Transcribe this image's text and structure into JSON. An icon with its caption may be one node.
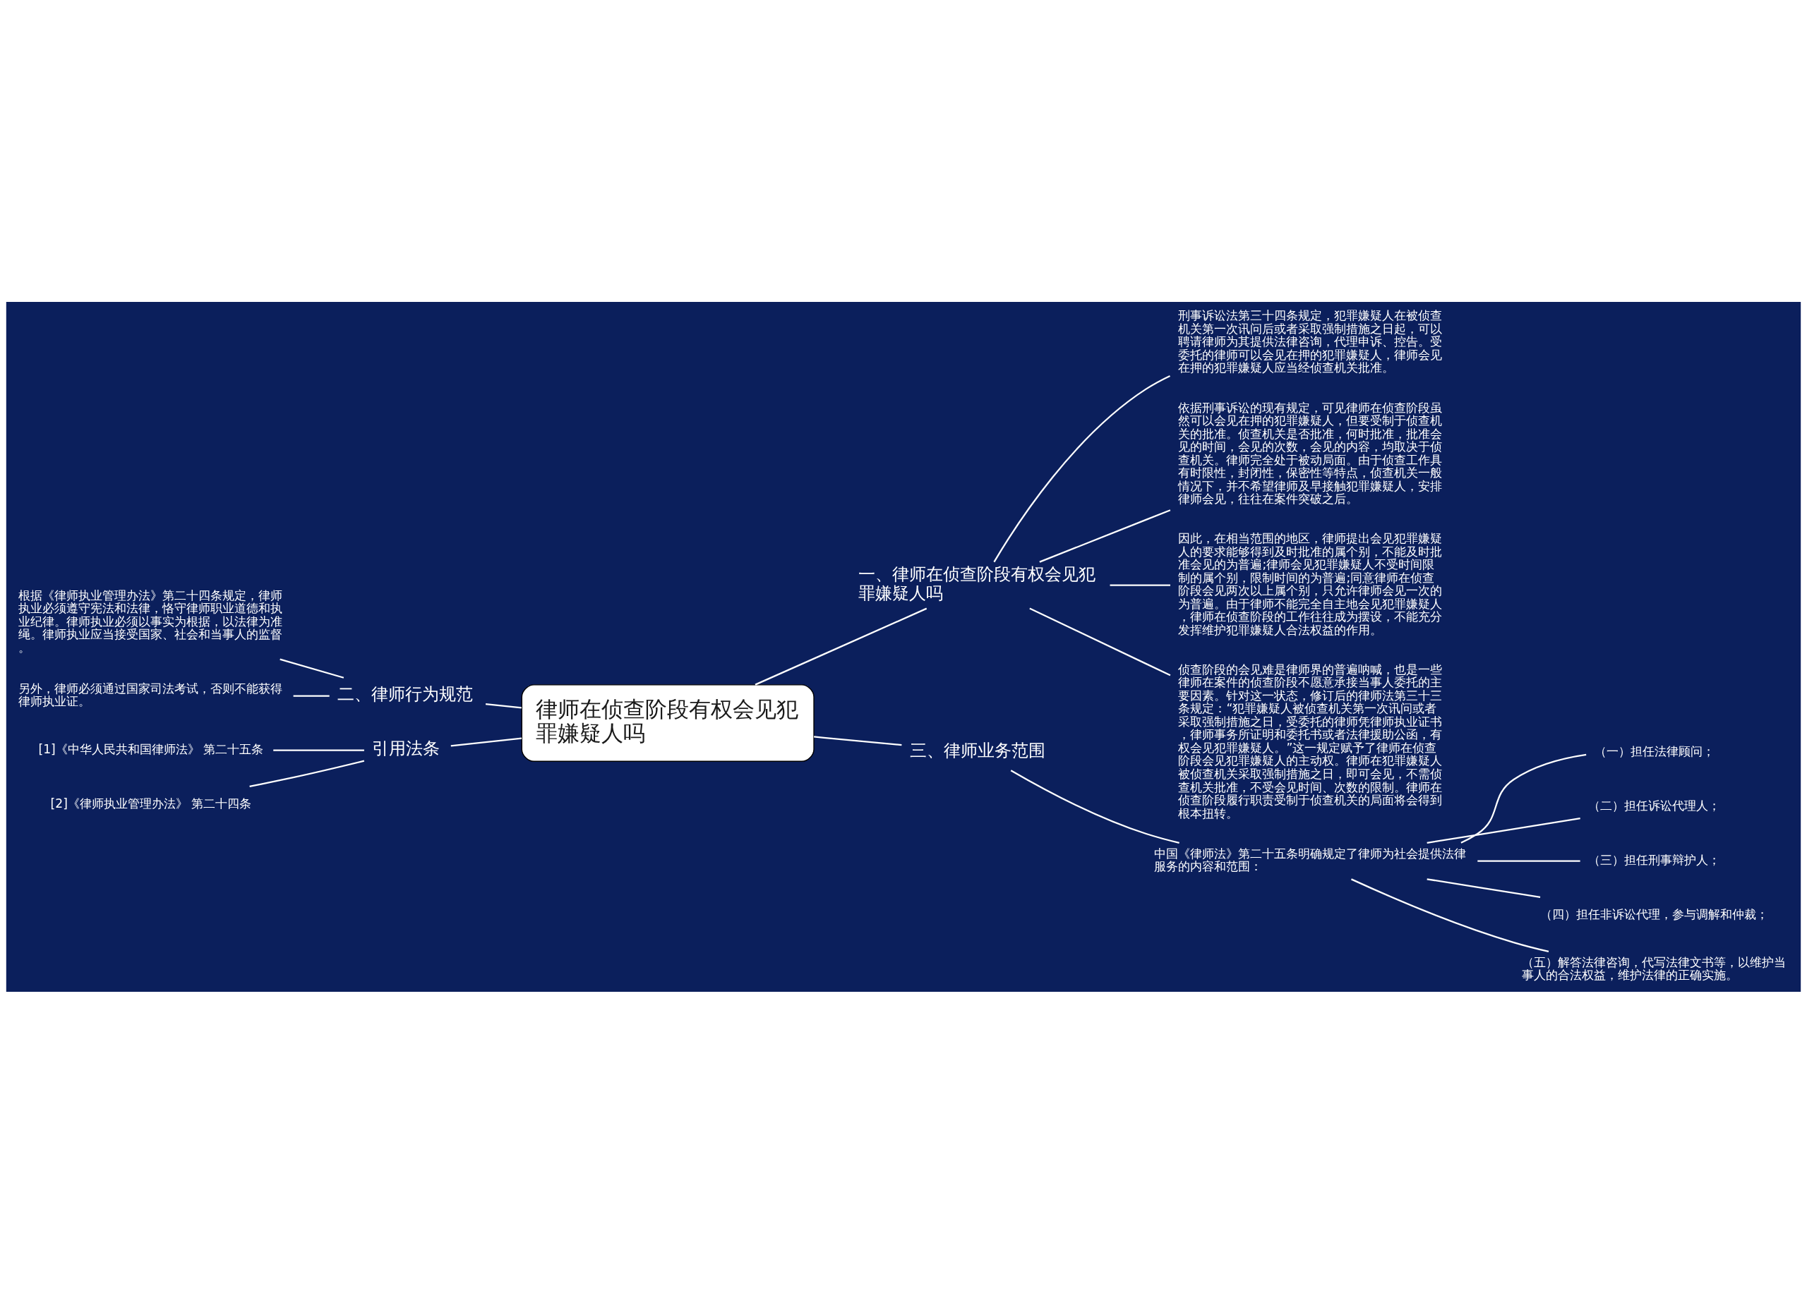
{
  "diagram": {
    "nodes": [
      {
        "text": [
          "律师在侦查阶段有权会见犯罪嫌疑人吗"
        ]
      },
      {
        "text": [
          "一、律师在侦查阶段有权会见犯罪嫌疑人吗"
        ]
      },
      {
        "text": [
          "刑事诉讼法第三十四条规定，犯罪嫌疑人在被侦查机关第一次讯问后或者采取强制措施之日起，可以聘请律师为其提供法律咨询，代理申诉、控告。受委托的律师可以会见在押的犯罪嫌疑人，律师会见在押的犯罪嫌疑人应当经侦查机关批准。"
        ]
      },
      {
        "text": [
          "依据刑事诉讼的现有规定，可见律师在侦查阶段虽然可以会见在押的犯罪嫌疑人，但要受制于侦查机关的批准。侦查机关是否批准，何时批准，批准会见的时间，会见的次数，会见的内容，均取决于侦查机关。律师完全处于被动局面。由于侦查工作具有时限性，封闭性，保密性等特点，侦查机关一般情况下，并不希望律师及早接触犯罪嫌疑人，安排律师会见，往往在案件突破之后。"
        ]
      },
      {
        "text": [
          "因此，在相当范围的地区，律师提出会见犯罪嫌疑人的要求能够得到及时批准的属个别，不能及时批准会见的为普遍;律师会见犯罪嫌疑人不受时间限制的属个别，限制时间的为普遍;同意律师在侦查阶段会见两次以上属个别，只允许律师会见一次的为普遍。由于律师不能完全自主地会见犯罪嫌疑人，律师在侦查阶段的工作往往成为摆设，不能充分发挥维护犯罪嫌疑人合法权益的作用。"
        ]
      },
      {
        "text": [
          "侦查阶段的会见难是律师界的普遍呐喊，也是一些律师在案件的侦查阶段不愿意承接当事人委托的主要因素。针对这一状态，修订后的律师法第三十三条规定：“犯罪嫌疑人被侦查机关第一次讯问或者采取强制措施之日，受委托的律师凭律师执业证书，律师事务所证明和委托书或者法律援助公函，有权会见犯罪嫌疑人。”这一规定赋予了律师在侦查阶段会见犯罪嫌疑人的主动权。律师在犯罪嫌疑人被侦查机关采取强制措施之日，即可会见，不需侦查机关批准，不受会见时间、次数的限制。律师在侦查阶段履行职责受制于侦查机关的局面将会得到根本扭转。"
        ]
      },
      {
        "text": [
          "三、律师业务范围"
        ]
      },
      {
        "text": [
          "中国《律师法》第二十五条明确规定了律师为社会提供法律服务的内容和范围："
        ]
      },
      {
        "text": [
          "（一）担任法律顾问；"
        ]
      },
      {
        "text": [
          "（二）担任诉讼代理人；"
        ]
      },
      {
        "text": [
          "（三）担任刑事辩护人；"
        ]
      },
      {
        "text": [
          "（四）担任非诉讼代理，参与调解和仲裁；"
        ]
      },
      {
        "text": [
          "（五）解答法律咨询，代写法律文书等，以维护当事人的合法权益，维护法律的正确实施。"
        ]
      },
      {
        "text": [
          "二、律师行为规范"
        ]
      },
      {
        "text": [
          "根据《律师执业管理办法》第二十四条规定，律师执业必须遵守宪法和法律，恪守律师职业道德和执业纪律。律师执业必须以事实为根据，以法律为准绳。律师执业应当接受国家、社会和当事人的监督。"
        ]
      },
      {
        "text": [
          "另外，律师必须通过国家司法考试，否则不能获得律师执业证。"
        ]
      },
      {
        "text": [
          "引用法条"
        ]
      },
      {
        "text": [
          "[1]《中华人民共和国律师法》 第二十五条"
        ]
      },
      {
        "text": [
          "[2]《律师执业管理办法》 第二十四条"
        ]
      }
    ],
    "edges": [
      {
        "from": 0,
        "to": 1,
        "arrow": "none"
      },
      {
        "from": 1,
        "to": 2,
        "arrow": "none"
      },
      {
        "from": 1,
        "to": 3,
        "arrow": "none"
      },
      {
        "from": 1,
        "to": 4,
        "arrow": "none"
      },
      {
        "from": 1,
        "to": 5,
        "arrow": "none"
      },
      {
        "from": 0,
        "to": 6,
        "arrow": "none"
      },
      {
        "from": 6,
        "to": 7,
        "arrow": "none"
      },
      {
        "from": 7,
        "to": 8,
        "arrow": "none"
      },
      {
        "from": 7,
        "to": 9,
        "arrow": "none"
      },
      {
        "from": 7,
        "to": 10,
        "arrow": "none"
      },
      {
        "from": 7,
        "to": 11,
        "arrow": "none"
      },
      {
        "from": 7,
        "to": 12,
        "arrow": "none"
      },
      {
        "from": 0,
        "to": 13,
        "arrow": "none"
      },
      {
        "from": 13,
        "to": 14,
        "arrow": "none"
      },
      {
        "from": 13,
        "to": 15,
        "arrow": "none"
      },
      {
        "from": 0,
        "to": 16,
        "arrow": "none"
      },
      {
        "from": 16,
        "to": 17,
        "arrow": "none"
      },
      {
        "from": 16,
        "to": 18,
        "arrow": "none"
      }
    ]
  }
}
